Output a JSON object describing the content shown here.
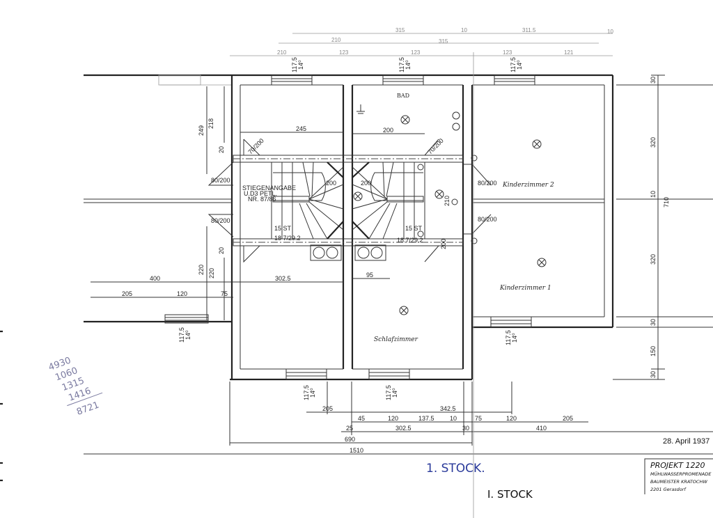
{
  "drawing": {
    "rooms": {
      "bad": "BAD",
      "schlafzimmer": "Schlafzimmer",
      "kinderzimmer2": "Kinderzimmer 2",
      "kinderzimmer1": "Kinderzimmer 1"
    },
    "stairs": {
      "steps_left": "15 ST",
      "ratio_left": "18 7/29.2",
      "width_left": "200",
      "steps_right": "15 ST",
      "ratio_right": "18.7/29.2",
      "width_right": "200",
      "note_line1": "STIEGENANGABE",
      "note_line2": "U.D3 PETL.",
      "note_line3": "NR. 87/86"
    },
    "interior_dims": {
      "d245": "245",
      "d200": "200",
      "d400": "400",
      "d302": "302.5",
      "d95": "95",
      "d205": "205",
      "d120": "120",
      "d75": "75",
      "d218": "218",
      "d249": "249",
      "d20a": "20",
      "d20b": "20",
      "d220a": "220",
      "d220b": "220",
      "door_left_top": "80/200",
      "door_left_bot": "80/200",
      "door_k2": "80/200",
      "door_k1": "80/200",
      "door_bad": "70/200",
      "door_sz": "70/200",
      "d210": "210",
      "d200v": "200"
    },
    "window_label": {
      "height": "117.5",
      "sill": "14⁰"
    },
    "right_dims": [
      "30",
      "320",
      "10",
      "320",
      "30",
      "150",
      "30"
    ],
    "right_total": "710",
    "top_dims": [
      "210",
      "315",
      "10",
      "311.5",
      "10",
      "210",
      "315",
      "123",
      "123",
      "123",
      "121"
    ],
    "bottom_dims": {
      "row1": [
        "205",
        "342.5"
      ],
      "row2": [
        "45",
        "120",
        "137.5",
        "10",
        "75",
        "120",
        "205"
      ],
      "row3": [
        "25",
        "302.5",
        "30",
        "410"
      ],
      "row4": "690",
      "row5": "1510"
    },
    "date": "28. April 1937",
    "title_block": {
      "project": "PROJEKT 1220",
      "line1": "MÜHLWASSERPROMENADE",
      "line2": "BAUMEISTER KRATOCHW",
      "line3": "2201 Gerasdorf"
    },
    "handwritten_sum": [
      "4930",
      "1060",
      "1315",
      "1416",
      "8721"
    ],
    "floor_label": "1. STOCK.",
    "floor_label_typed": "I. STOCK"
  }
}
